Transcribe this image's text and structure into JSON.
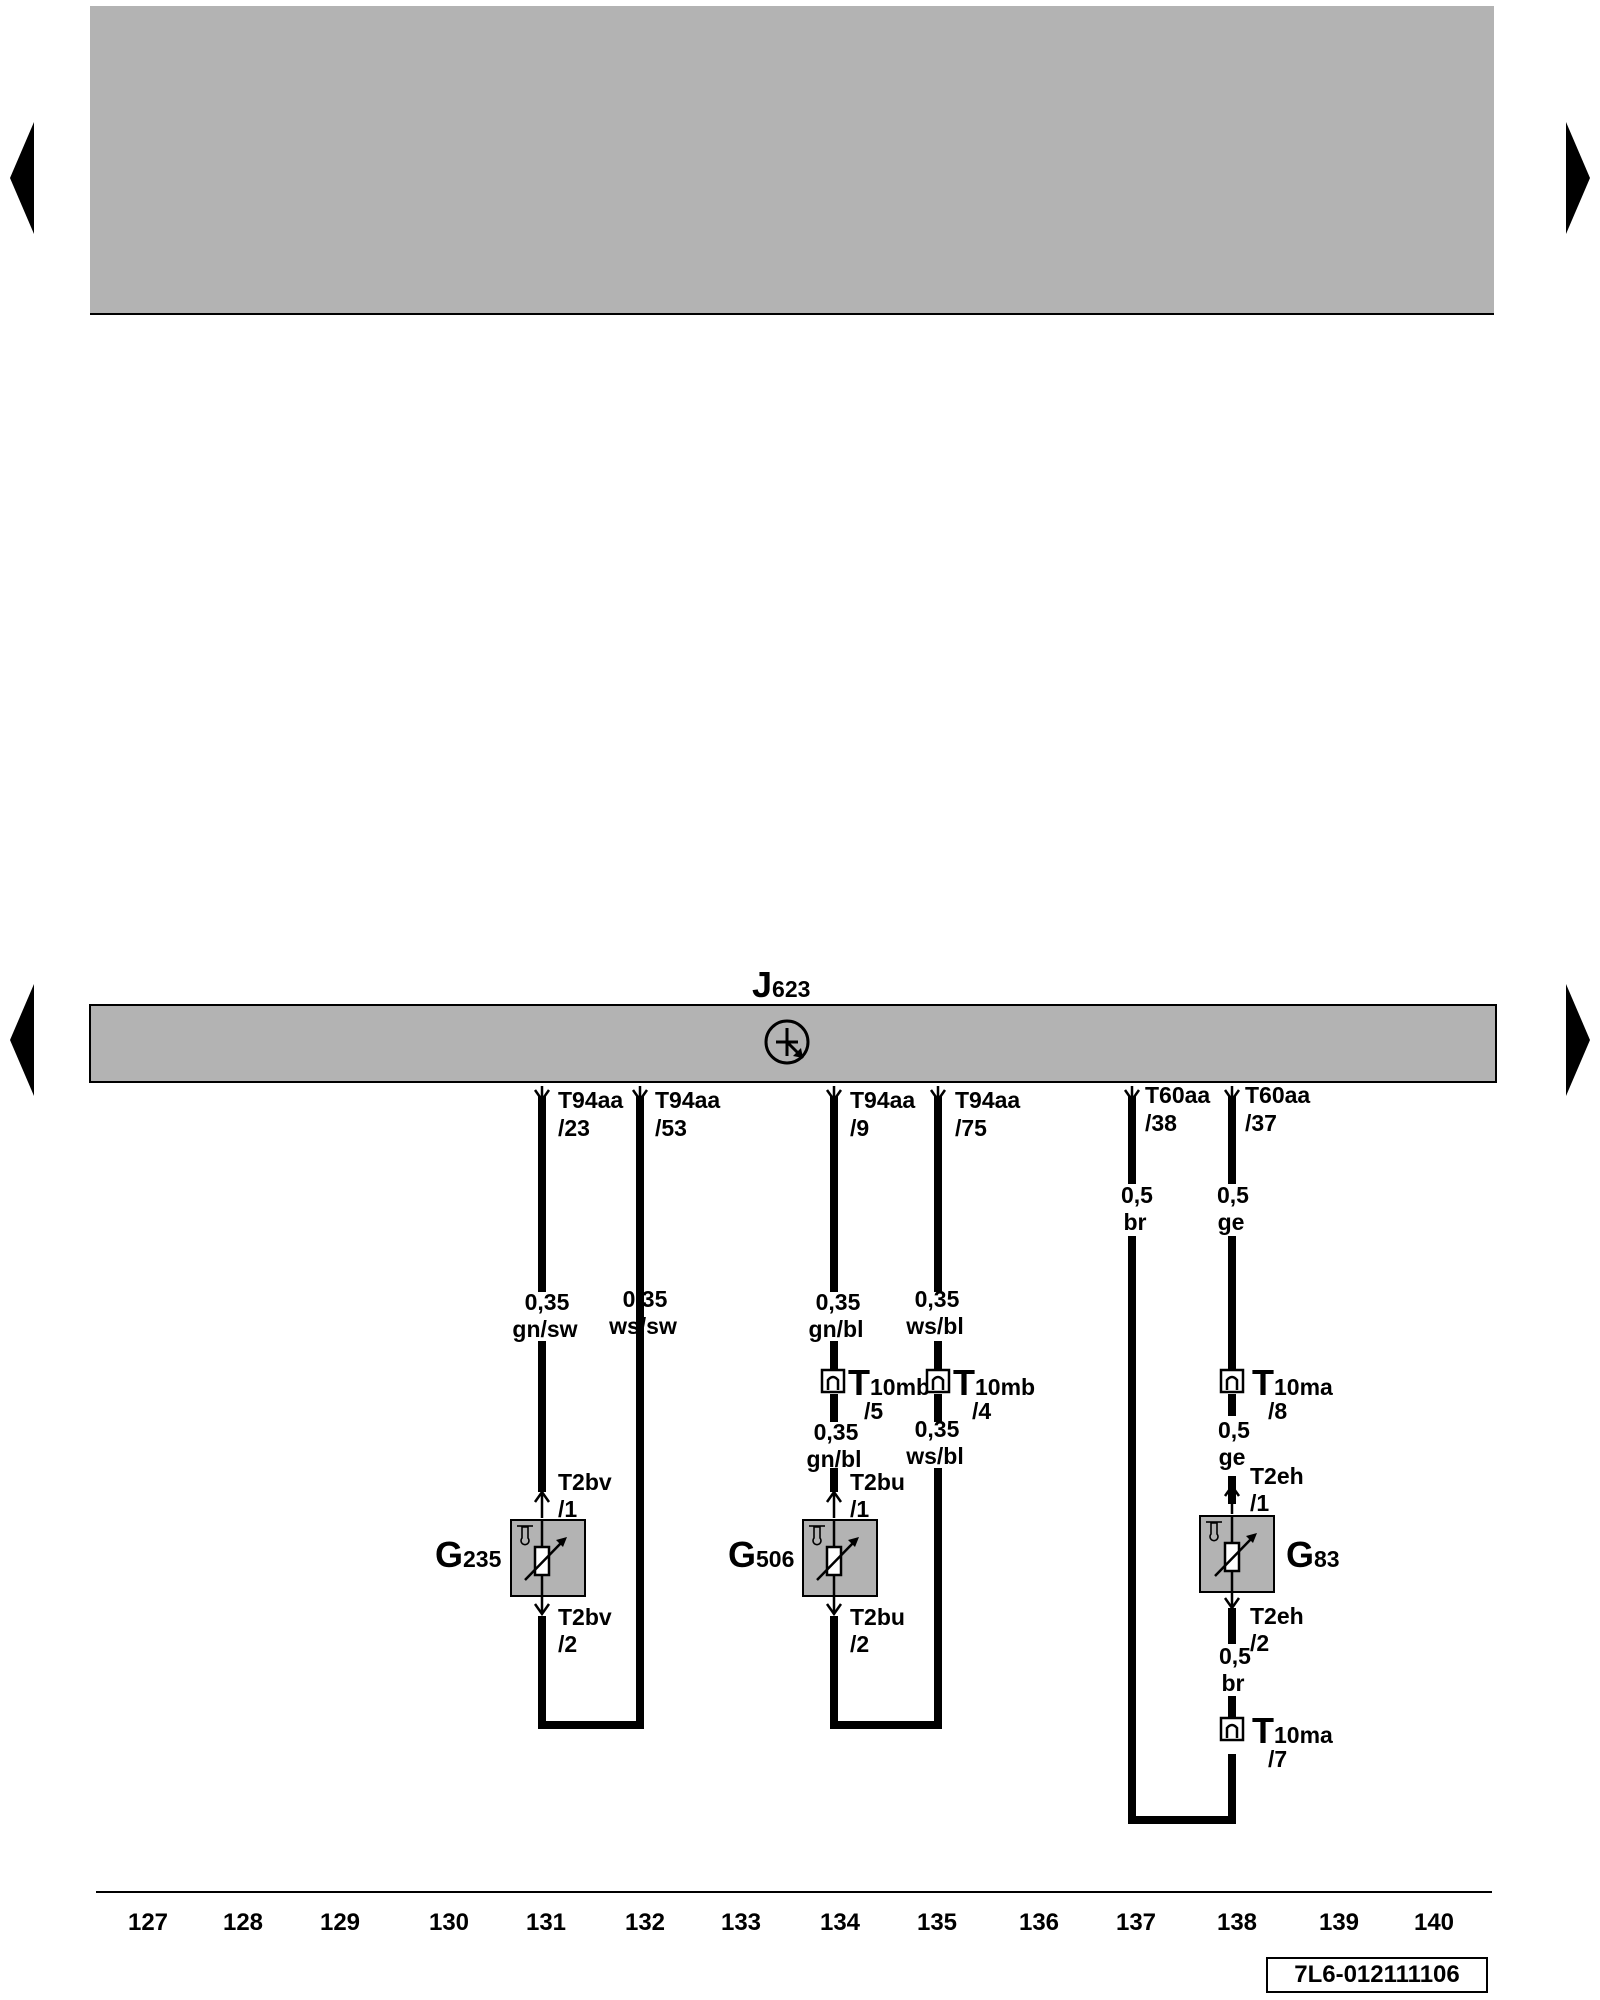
{
  "control_unit": {
    "label": "J",
    "sub": "623"
  },
  "terminals": {
    "t1": {
      "name": "T94aa",
      "pin": "/23"
    },
    "t2": {
      "name": "T94aa",
      "pin": "/53"
    },
    "t3": {
      "name": "T94aa",
      "pin": "/9"
    },
    "t4": {
      "name": "T94aa",
      "pin": "/75"
    },
    "t5": {
      "name": "T60aa",
      "pin": "/38"
    },
    "t6": {
      "name": "T60aa",
      "pin": "/37"
    }
  },
  "wires": {
    "w1": {
      "size": "0,35",
      "color": "gn/sw"
    },
    "w2": {
      "size": "0,35",
      "color": "ws/sw"
    },
    "w3a": {
      "size": "0,35",
      "color": "gn/bl"
    },
    "w3b": {
      "size": "0,35",
      "color": "gn/bl"
    },
    "w4a": {
      "size": "0,35",
      "color": "ws/bl"
    },
    "w4b": {
      "size": "0,35",
      "color": "ws/bl"
    },
    "w5": {
      "size": "0,5",
      "color": "br"
    },
    "w6a": {
      "size": "0,5",
      "color": "ge"
    },
    "w6b": {
      "size": "0,5",
      "color": "ge"
    },
    "w6c": {
      "size": "0,5",
      "color": "br"
    }
  },
  "connectors": {
    "c1": {
      "big": "T",
      "name": "10mb",
      "pin": "/5"
    },
    "c2": {
      "big": "T",
      "name": "10mb",
      "pin": "/4"
    },
    "c3": {
      "big": "T",
      "name": "10ma",
      "pin": "/8"
    },
    "c4": {
      "big": "T",
      "name": "10ma",
      "pin": "/7"
    }
  },
  "sensors": {
    "g235": {
      "label": "G",
      "sub": "235",
      "top_conn": "T2bv",
      "top_pin": "/1",
      "bot_conn": "T2bv",
      "bot_pin": "/2"
    },
    "g506": {
      "label": "G",
      "sub": "506",
      "top_conn": "T2bu",
      "top_pin": "/1",
      "bot_conn": "T2bu",
      "bot_pin": "/2"
    },
    "g83": {
      "label": "G",
      "sub": "83",
      "top_conn": "T2eh",
      "top_pin": "/1",
      "bot_conn": "T2eh",
      "bot_pin": "/2"
    }
  },
  "current_tracks": [
    "127",
    "128",
    "129",
    "130",
    "131",
    "132",
    "133",
    "134",
    "135",
    "136",
    "137",
    "138",
    "139",
    "140"
  ],
  "document_number": "7L6-012111106",
  "colors": {
    "panel": "#b3b3b3",
    "line": "#000000",
    "background": "#ffffff"
  }
}
